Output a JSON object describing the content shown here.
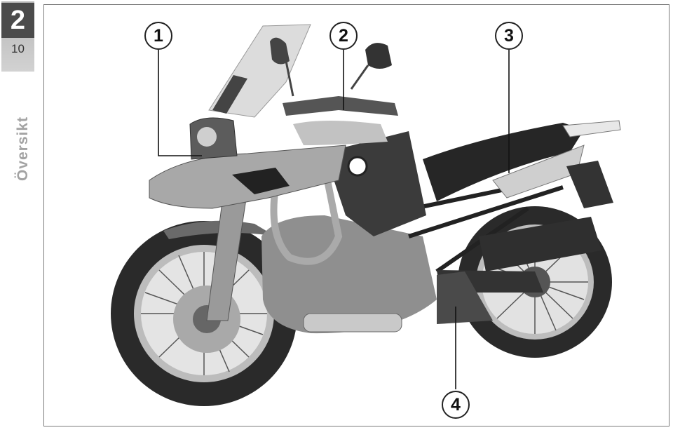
{
  "chapter": {
    "number": "2",
    "page": "10"
  },
  "section_title": "Översikt",
  "figure": {
    "subject": "motorcycle-illustration",
    "callouts": [
      {
        "label": "1"
      },
      {
        "label": "2"
      },
      {
        "label": "3"
      },
      {
        "label": "4"
      }
    ]
  }
}
